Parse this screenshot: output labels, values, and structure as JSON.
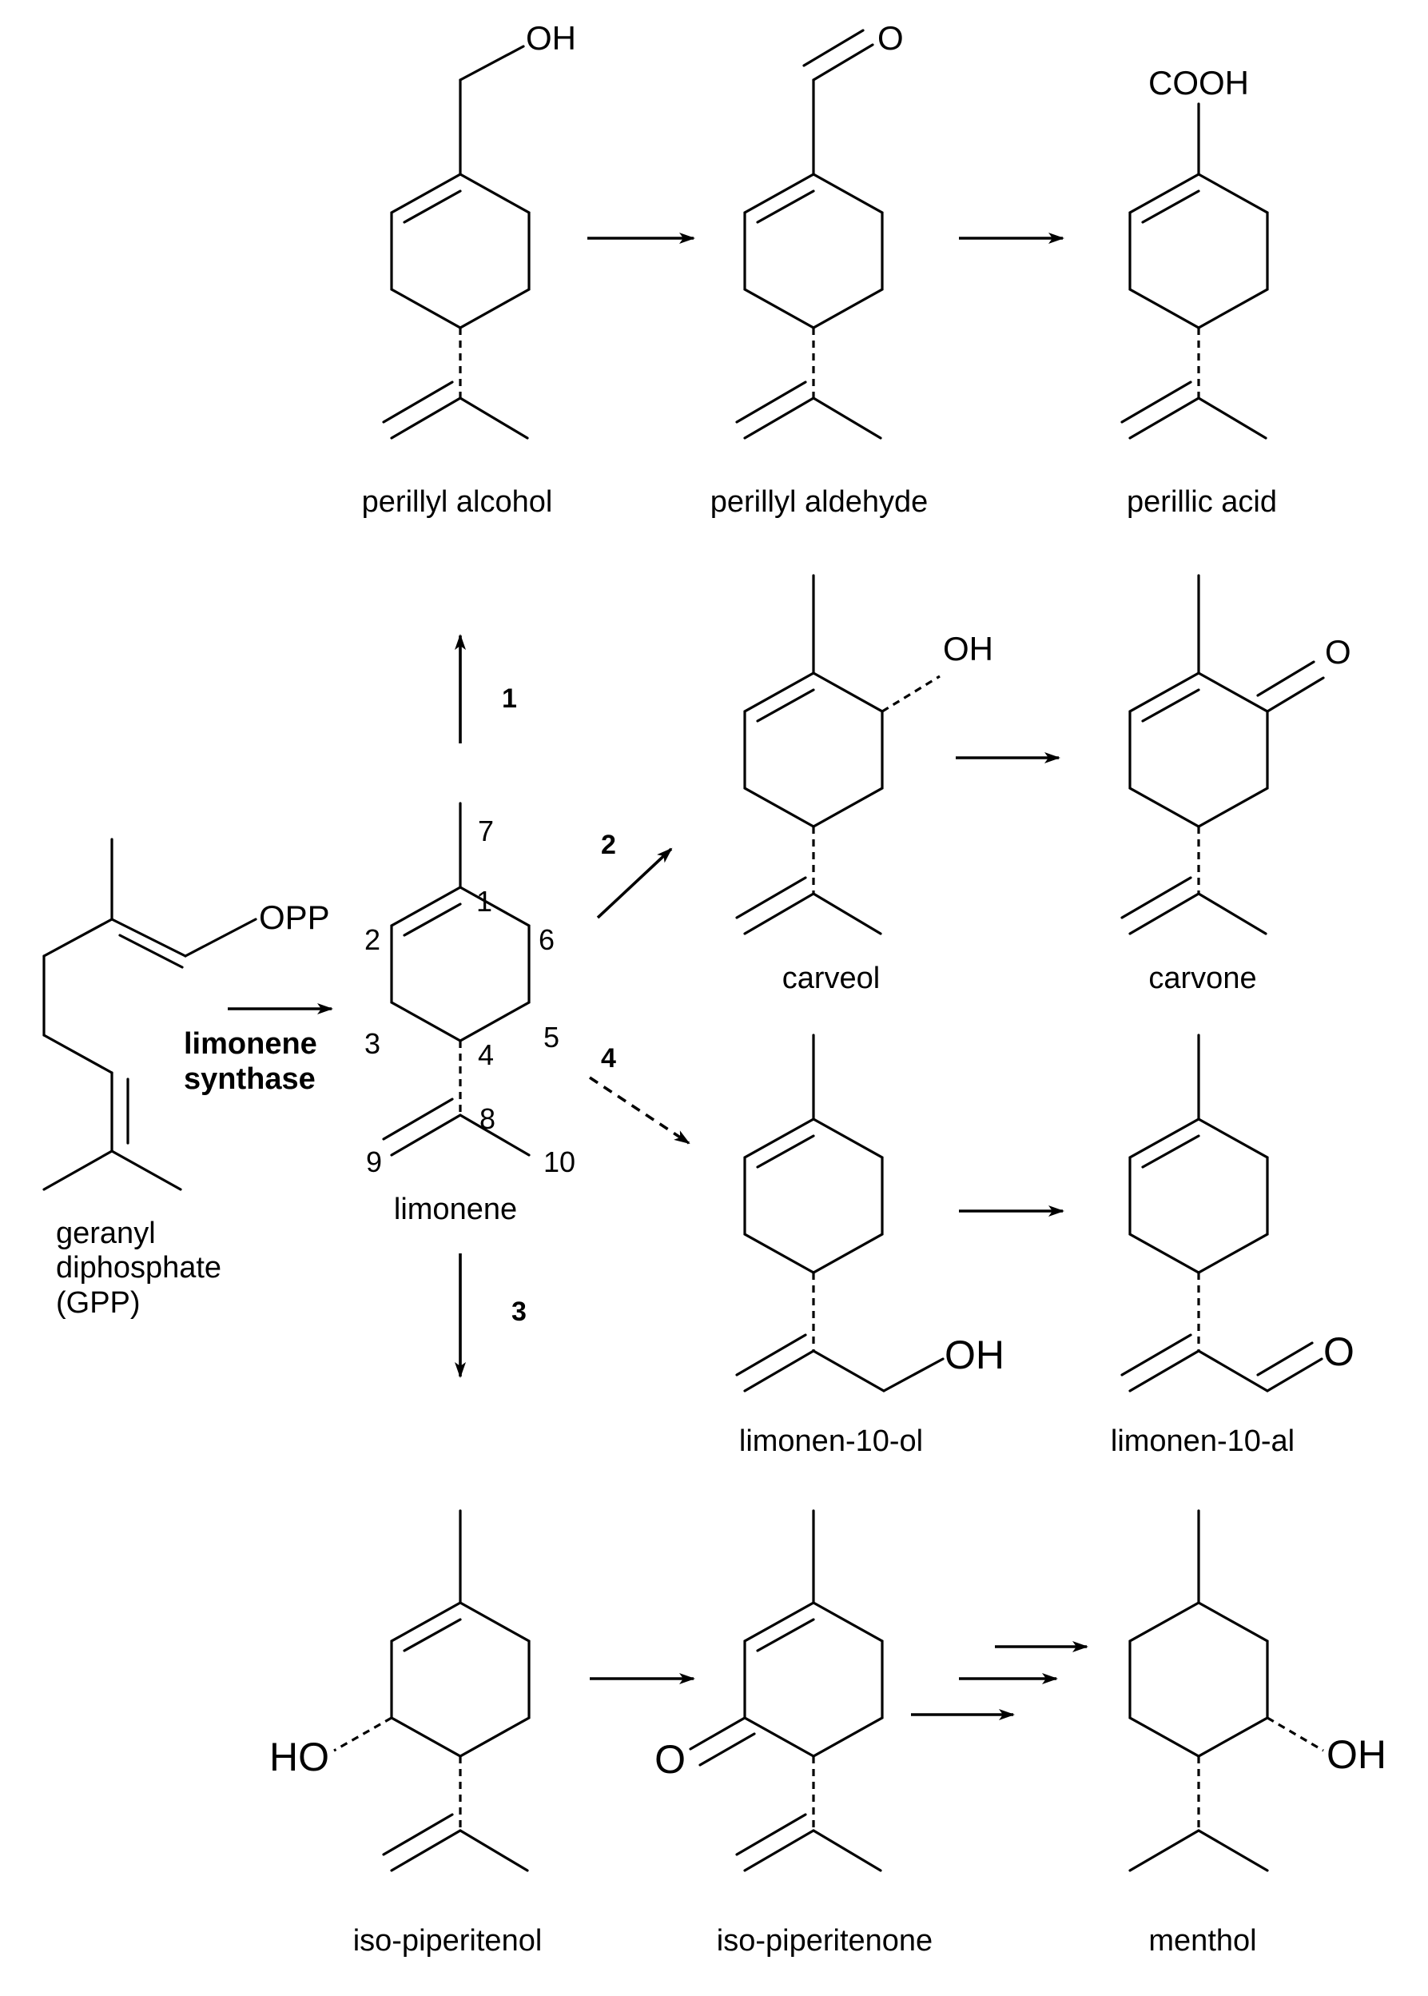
{
  "compounds": {
    "perillyl_alcohol": "perillyl alcohol",
    "perillyl_aldehyde": "perillyl aldehyde",
    "perillic_acid": "perillic acid",
    "carveol": "carveol",
    "carvone": "carvone",
    "limonen_10_ol": "limonen-10-ol",
    "limonen_10_al": "limonen-10-al",
    "limonene": "limonene",
    "geranyl_line1": "geranyl",
    "geranyl_line2": "diphosphate",
    "geranyl_line3": "(GPP)",
    "iso_piperitenol": "iso-piperitenol",
    "iso_piperitenone": "iso-piperitenone",
    "menthol": "menthol"
  },
  "atoms": {
    "oh": "OH",
    "o": "O",
    "cooh": "COOH",
    "opp": "OPP",
    "ho": "HO"
  },
  "enzyme": {
    "line1": "limonene",
    "line2": "synthase"
  },
  "steps": {
    "s1": "1",
    "s2": "2",
    "s3": "3",
    "s4": "4"
  },
  "carbon_numbers": {
    "c1": "1",
    "c2": "2",
    "c3": "3",
    "c4": "4",
    "c5": "5",
    "c6": "6",
    "c7": "7",
    "c8": "8",
    "c9": "9",
    "c10": "10"
  }
}
